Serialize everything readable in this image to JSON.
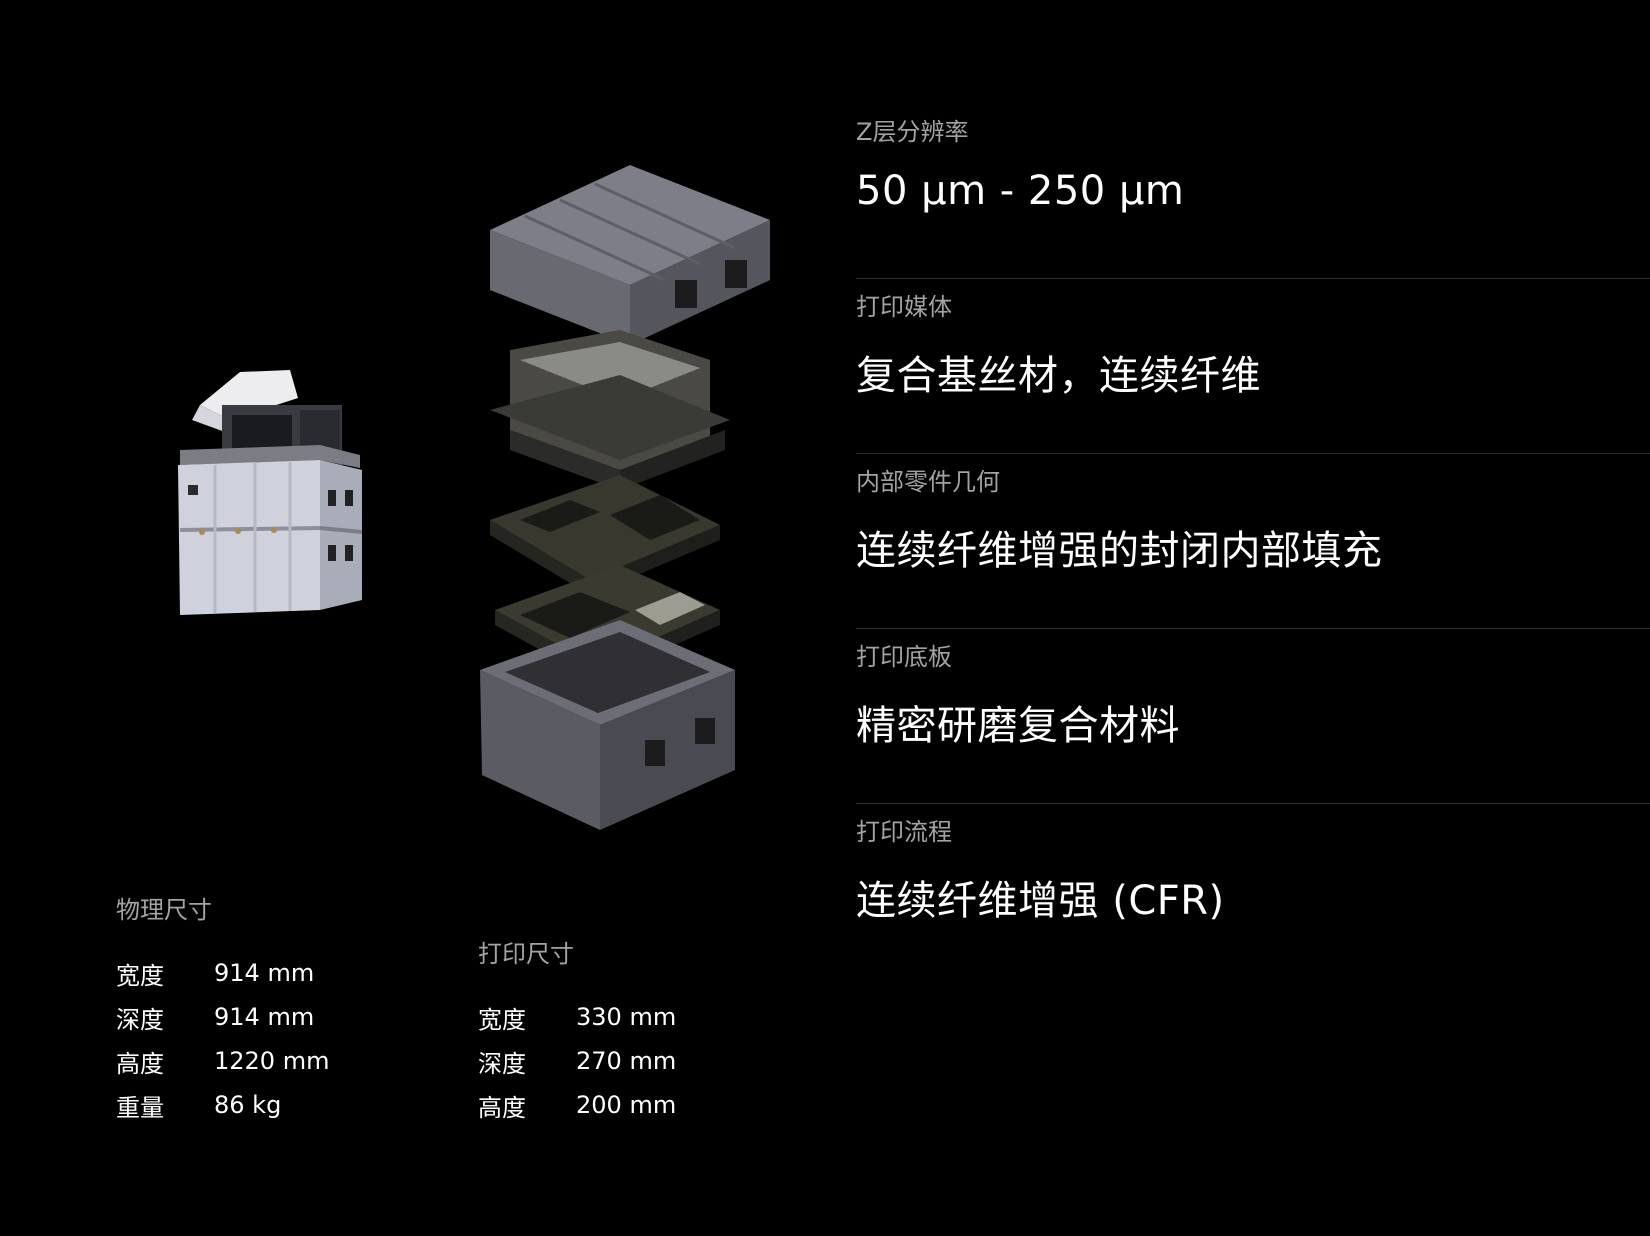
{
  "specs": [
    {
      "label": "Z层分辨率",
      "value": "50 µm - 250 µm"
    },
    {
      "label": "打印媒体",
      "value": "复合基丝材，连续纤维"
    },
    {
      "label": "内部零件几何",
      "value": "连续纤维增强的封闭内部填充"
    },
    {
      "label": "打印底板",
      "value": "精密研磨复合材料"
    },
    {
      "label": "打印流程",
      "value": "连续纤维增强 (CFR)"
    }
  ],
  "physical": {
    "title": "物理尺寸",
    "rows": [
      {
        "key": "宽度",
        "value": "914 mm"
      },
      {
        "key": "深度",
        "value": "914 mm"
      },
      {
        "key": "高度",
        "value": "1220 mm"
      },
      {
        "key": "重量",
        "value": "86 kg"
      }
    ]
  },
  "print_size": {
    "title": "打印尺寸",
    "rows": [
      {
        "key": "宽度",
        "value": "330 mm"
      },
      {
        "key": "深度",
        "value": "270 mm"
      },
      {
        "key": "高度",
        "value": "200 mm"
      }
    ]
  },
  "images": {
    "printer": "printer-in-case-image",
    "exploded": "exploded-case-image"
  },
  "colors": {
    "background": "#000000",
    "label": "#a3a3a3",
    "value": "#ffffff",
    "divider": "#2e2e2e",
    "case_light": "#c9ccd6",
    "case_dark": "#5f6068"
  }
}
